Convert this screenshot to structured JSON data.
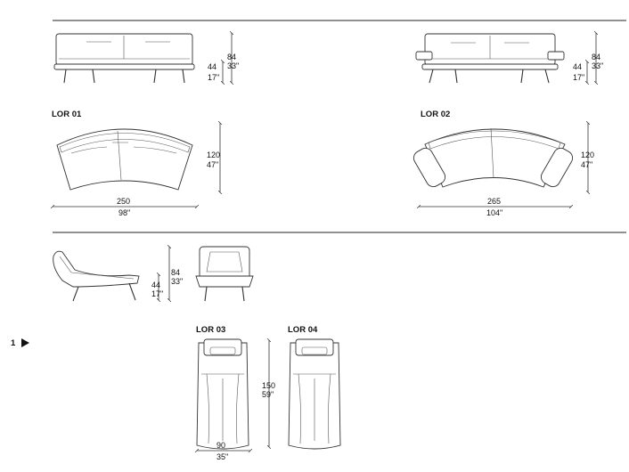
{
  "products": [
    {
      "code": "LOR 01",
      "width_cm": "250",
      "width_in": "98\"",
      "depth_cm": "120",
      "depth_in": "47\"",
      "height_cm": "84",
      "height_in": "33\"",
      "seat_cm": "44",
      "seat_in": "17\""
    },
    {
      "code": "LOR 02",
      "width_cm": "265",
      "width_in": "104\"",
      "depth_cm": "120",
      "depth_in": "47\"",
      "height_cm": "84",
      "height_in": "33\"",
      "seat_cm": "44",
      "seat_in": "17\""
    },
    {
      "code": "LOR 03",
      "width_cm": "90",
      "width_in": "35\"",
      "depth_cm": "150",
      "depth_in": "59\""
    },
    {
      "code": "LOR 04"
    }
  ],
  "chaise": {
    "height_cm": "84",
    "height_in": "33\"",
    "seat_cm": "44",
    "seat_in": "17\""
  },
  "page_marker": {
    "number": "1",
    "arrow": "triangle-right-icon"
  }
}
